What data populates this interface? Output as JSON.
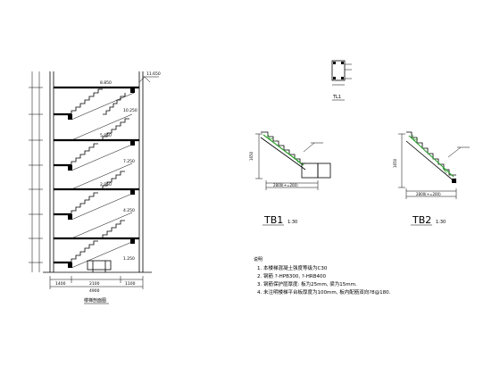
{
  "sections": {
    "stair_section_caption": "楼梯剖面图",
    "beam_label": "TL1",
    "tb1": {
      "name": "TB1",
      "scale": "1:30"
    },
    "tb2": {
      "name": "TB2",
      "scale": "1:30"
    }
  },
  "levels": {
    "top": "11.650",
    "l4": "8.850",
    "l3": "5.850",
    "l2": "2.850",
    "mid4": "10.250",
    "mid3": "7.250",
    "mid2": "4.250",
    "mid1": "1.250"
  },
  "dims": {
    "bottom_spans": [
      "1400",
      "2100",
      "1100"
    ],
    "bottom_total": "4900",
    "tb1_total": "2800(+=200)",
    "tb2_total": "2800(+=200)",
    "tb1_height": "1650",
    "tb2_height": "1650"
  },
  "notes": {
    "title": "说明",
    "items": [
      "1. 本楼梯混凝土强度等级为C30",
      "2. 钢筋 ?-HPB300, ?-HRB400",
      "3. 钢筋保护层厚度: 板为25mm, 梁为15mm.",
      "4. 未注明楼梯平台板厚度为100mm, 板内配筋双向?8@180."
    ]
  },
  "colors": {
    "line": "#000000",
    "accent": "#2aa02a"
  }
}
